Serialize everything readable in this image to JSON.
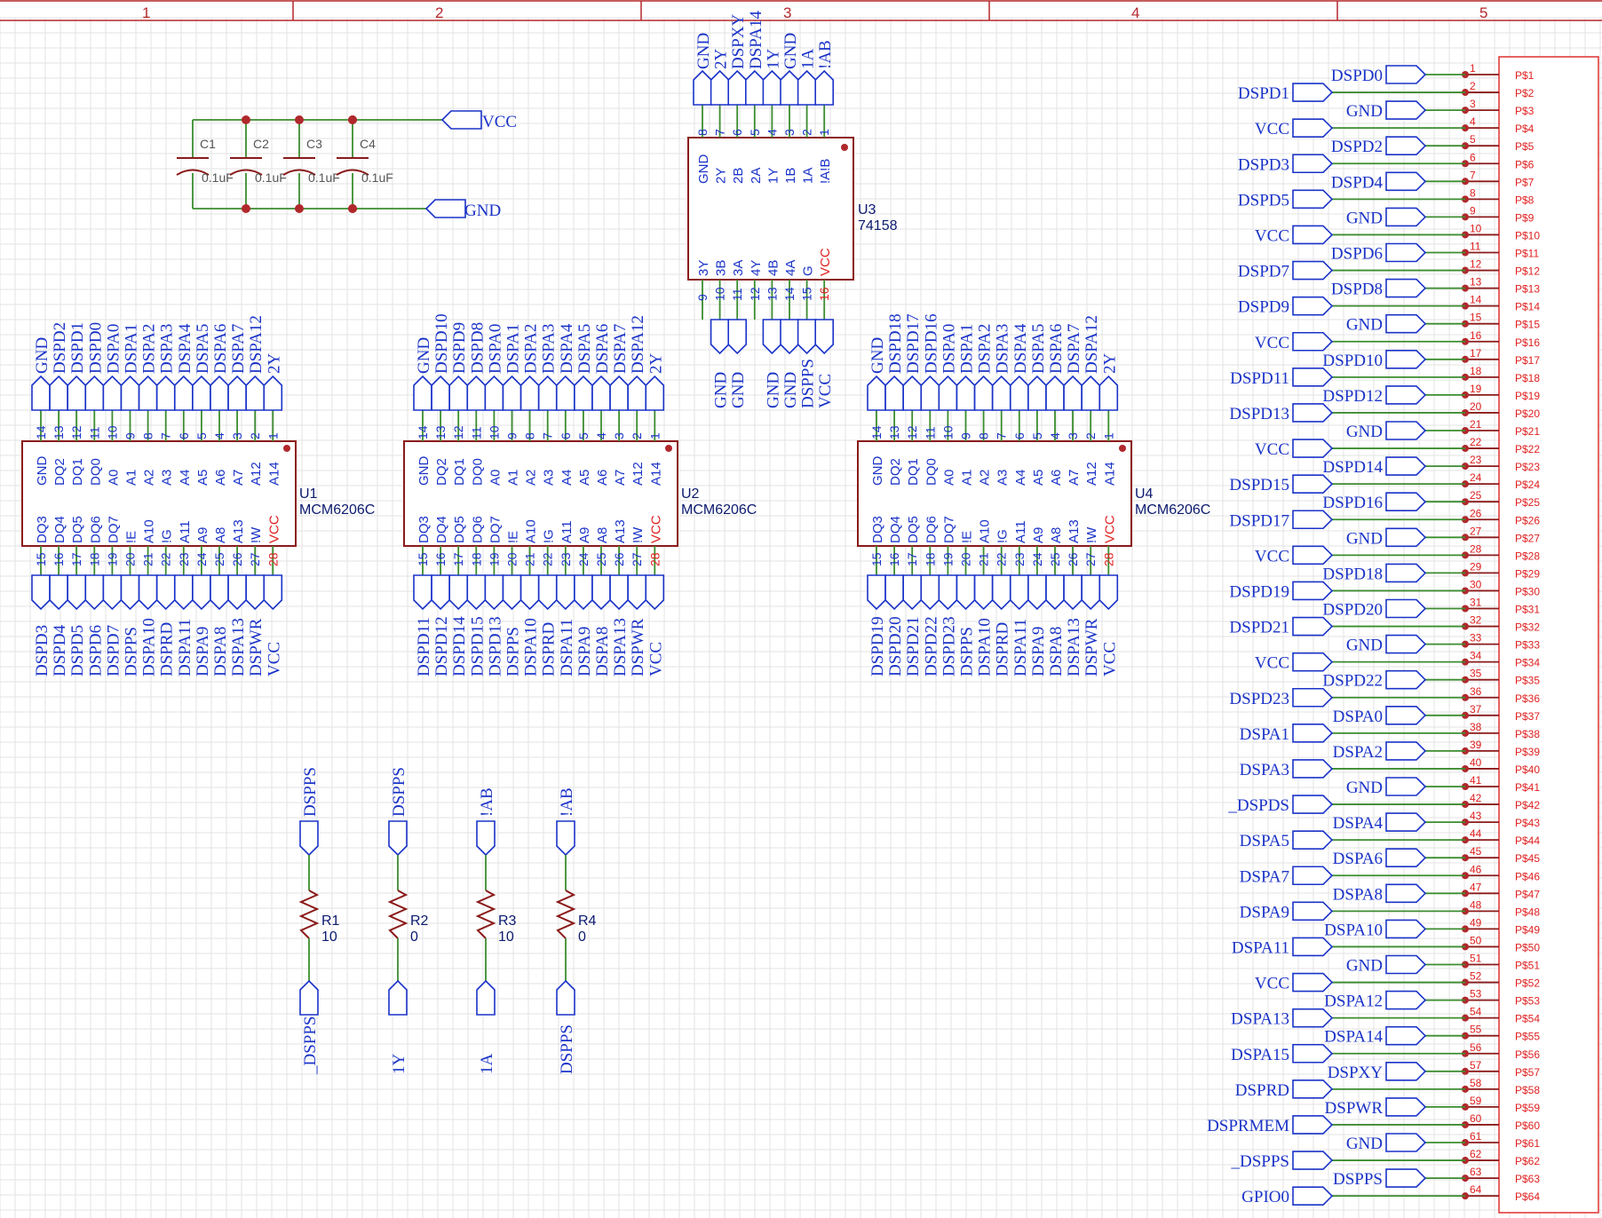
{
  "zones": [
    "1",
    "2",
    "3",
    "4",
    "5"
  ],
  "power": {
    "vcc_label": "VCC",
    "gnd_label": "GND"
  },
  "capacitors": [
    {
      "ref": "C1",
      "value": "0.1uF"
    },
    {
      "ref": "C2",
      "value": "0.1uF"
    },
    {
      "ref": "C3",
      "value": "0.1uF"
    },
    {
      "ref": "C4",
      "value": "0.1uF"
    }
  ],
  "u3": {
    "ref": "U3",
    "part": "74158",
    "top_nets": [
      "GND",
      "2Y",
      "DSPXY",
      "DSPA14",
      "1Y",
      "GND",
      "1A",
      "!AB"
    ],
    "top_pins": [
      "GND",
      "2Y",
      "2B",
      "2A",
      "1Y",
      "1B",
      "1A",
      "!A!B"
    ],
    "top_nums": [
      "8",
      "7",
      "6",
      "5",
      "4",
      "3",
      "2",
      "1"
    ],
    "bottom_pins": [
      "3Y",
      "3B",
      "3A",
      "4Y",
      "4B",
      "4A",
      "G",
      "VCC"
    ],
    "bottom_nums": [
      "9",
      "10",
      "11",
      "12",
      "13",
      "14",
      "15",
      "16"
    ],
    "bottom_nets": [
      "",
      "GND",
      "GND",
      "",
      "GND",
      "GND",
      "DSPPS",
      "VCC"
    ]
  },
  "srams": [
    {
      "ref": "U1",
      "part": "MCM6206C",
      "top_nets": [
        "GND",
        "DSPD2",
        "DSPD1",
        "DSPD0",
        "DSPA0",
        "DSPA1",
        "DSPA2",
        "DSPA3",
        "DSPA4",
        "DSPA5",
        "DSPA6",
        "DSPA7",
        "DSPA12",
        "2Y"
      ],
      "bottom_nets": [
        "DSPD3",
        "DSPD4",
        "DSPD5",
        "DSPD6",
        "DSPD7",
        "DSPPS",
        "DSPA10",
        "DSPRD",
        "DSPA11",
        "DSPA9",
        "DSPA8",
        "DSPA13",
        "DSPWR",
        "VCC"
      ]
    },
    {
      "ref": "U2",
      "part": "MCM6206C",
      "top_nets": [
        "GND",
        "DSPD10",
        "DSPD9",
        "DSPD8",
        "DSPA0",
        "DSPA1",
        "DSPA2",
        "DSPA3",
        "DSPA4",
        "DSPA5",
        "DSPA6",
        "DSPA7",
        "DSPA12",
        "2Y"
      ],
      "bottom_nets": [
        "DSPD11",
        "DSPD12",
        "DSPD14",
        "DSPD15",
        "DSPD13",
        "DSPPS",
        "DSPA10",
        "DSPRD",
        "DSPA11",
        "DSPA9",
        "DSPA8",
        "DSPA13",
        "DSPWR",
        "VCC"
      ]
    },
    {
      "ref": "U4",
      "part": "MCM6206C",
      "top_nets": [
        "GND",
        "DSPD18",
        "DSPD17",
        "DSPD16",
        "DSPA0",
        "DSPA1",
        "DSPA2",
        "DSPA3",
        "DSPA4",
        "DSPA5",
        "DSPA6",
        "DSPA7",
        "DSPA12",
        "2Y"
      ],
      "bottom_nets": [
        "DSPD19",
        "DSPD20",
        "DSPD21",
        "DSPD22",
        "DSPD23",
        "DSPPS",
        "DSPA10",
        "DSPRD",
        "DSPA11",
        "DSPA9",
        "DSPA8",
        "DSPA13",
        "DSPWR",
        "VCC"
      ]
    }
  ],
  "sram_pins": {
    "top": [
      "GND",
      "DQ2",
      "DQ1",
      "DQ0",
      "A0",
      "A1",
      "A2",
      "A3",
      "A4",
      "A5",
      "A6",
      "A7",
      "A12",
      "A14"
    ],
    "top_nums": [
      "14",
      "13",
      "12",
      "11",
      "10",
      "9",
      "8",
      "7",
      "6",
      "5",
      "4",
      "3",
      "2",
      "1"
    ],
    "bottom": [
      "DQ3",
      "DQ4",
      "DQ5",
      "DQ6",
      "DQ7",
      "!E",
      "A10",
      "!G",
      "A11",
      "A9",
      "A8",
      "A13",
      "!W",
      "VCC"
    ],
    "bottom_nums": [
      "15",
      "16",
      "17",
      "18",
      "19",
      "20",
      "21",
      "22",
      "23",
      "24",
      "25",
      "26",
      "27",
      "28"
    ]
  },
  "resistors": [
    {
      "ref": "R1",
      "value": "10",
      "top_net": "DSPPS",
      "bottom_net": "_DSPPS"
    },
    {
      "ref": "R2",
      "value": "0",
      "top_net": "DSPPS",
      "bottom_net": "1Y"
    },
    {
      "ref": "R3",
      "value": "10",
      "top_net": "!AB",
      "bottom_net": "1A"
    },
    {
      "ref": "R4",
      "value": "0",
      "top_net": "!AB",
      "bottom_net": "DSPPS"
    }
  ],
  "connector": {
    "odd_nets": [
      "DSPD0",
      "GND",
      "DSPD2",
      "DSPD4",
      "GND",
      "DSPD6",
      "DSPD8",
      "GND",
      "DSPD10",
      "DSPD12",
      "GND",
      "DSPD14",
      "DSPD16",
      "GND",
      "DSPD18",
      "DSPD20",
      "GND",
      "DSPD22",
      "DSPA0",
      "DSPA2",
      "GND",
      "DSPA4",
      "DSPA6",
      "DSPA8",
      "DSPA10",
      "GND",
      "DSPA12",
      "DSPA14",
      "DSPXY",
      "DSPWR",
      "GND",
      "DSPPS"
    ],
    "even_nets": [
      "DSPD1",
      "VCC",
      "DSPD3",
      "DSPD5",
      "VCC",
      "DSPD7",
      "DSPD9",
      "VCC",
      "DSPD11",
      "DSPD13",
      "VCC",
      "DSPD15",
      "DSPD17",
      "VCC",
      "DSPD19",
      "DSPD21",
      "VCC",
      "DSPD23",
      "DSPA1",
      "DSPA3",
      "_DSPDS",
      "DSPA5",
      "DSPA7",
      "DSPA9",
      "DSPA11",
      "VCC",
      "DSPA13",
      "DSPA15",
      "DSPRD",
      "DSPRMEM",
      "_DSPPS",
      "GPIO0"
    ],
    "pin_numbers": [
      "1",
      "2",
      "3",
      "4",
      "5",
      "6",
      "7",
      "8",
      "9",
      "10",
      "11",
      "12",
      "13",
      "14",
      "15",
      "16",
      "17",
      "18",
      "19",
      "20",
      "21",
      "22",
      "23",
      "24",
      "25",
      "26",
      "27",
      "28",
      "29",
      "30",
      "31",
      "32",
      "33",
      "34",
      "35",
      "36",
      "37",
      "38",
      "39",
      "40",
      "41",
      "42",
      "43",
      "44",
      "45",
      "46",
      "47",
      "48",
      "49",
      "50",
      "51",
      "52",
      "53",
      "54",
      "55",
      "56",
      "57",
      "58",
      "59",
      "60",
      "61",
      "62",
      "63",
      "64"
    ],
    "pin_labels": [
      "P$1",
      "P$2",
      "P$3",
      "P$4",
      "P$5",
      "P$6",
      "P$7",
      "P$8",
      "P$9",
      "P$10",
      "P$11",
      "P$12",
      "P$13",
      "P$14",
      "P$15",
      "P$16",
      "P$17",
      "P$18",
      "P$19",
      "P$20",
      "P$21",
      "P$22",
      "P$23",
      "P$24",
      "P$25",
      "P$26",
      "P$27",
      "P$28",
      "P$29",
      "P$30",
      "P$31",
      "P$32",
      "P$33",
      "P$34",
      "P$35",
      "P$36",
      "P$37",
      "P$38",
      "P$39",
      "P$40",
      "P$41",
      "P$42",
      "P$43",
      "P$44",
      "P$45",
      "P$46",
      "P$47",
      "P$48",
      "P$49",
      "P$50",
      "P$51",
      "P$52",
      "P$53",
      "P$54",
      "P$55",
      "P$56",
      "P$57",
      "P$58",
      "P$59",
      "P$60",
      "P$61",
      "P$62",
      "P$63",
      "P$64"
    ]
  }
}
